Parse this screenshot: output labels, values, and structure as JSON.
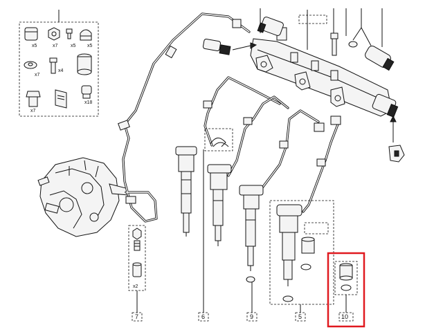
{
  "kit_labels": {
    "k1": "x5",
    "k2": "x7",
    "k3": "x5",
    "k4": "x5",
    "k5": "x7",
    "k6": "x4",
    "k7": "x7",
    "k8": "x18"
  },
  "pump_kit_qty": "x2",
  "callouts": {
    "c7": "7",
    "c6": "6",
    "c9": "9",
    "c5": "5",
    "c10": "10"
  },
  "colors": {
    "line": "#111111",
    "highlight": "#e0191f"
  }
}
